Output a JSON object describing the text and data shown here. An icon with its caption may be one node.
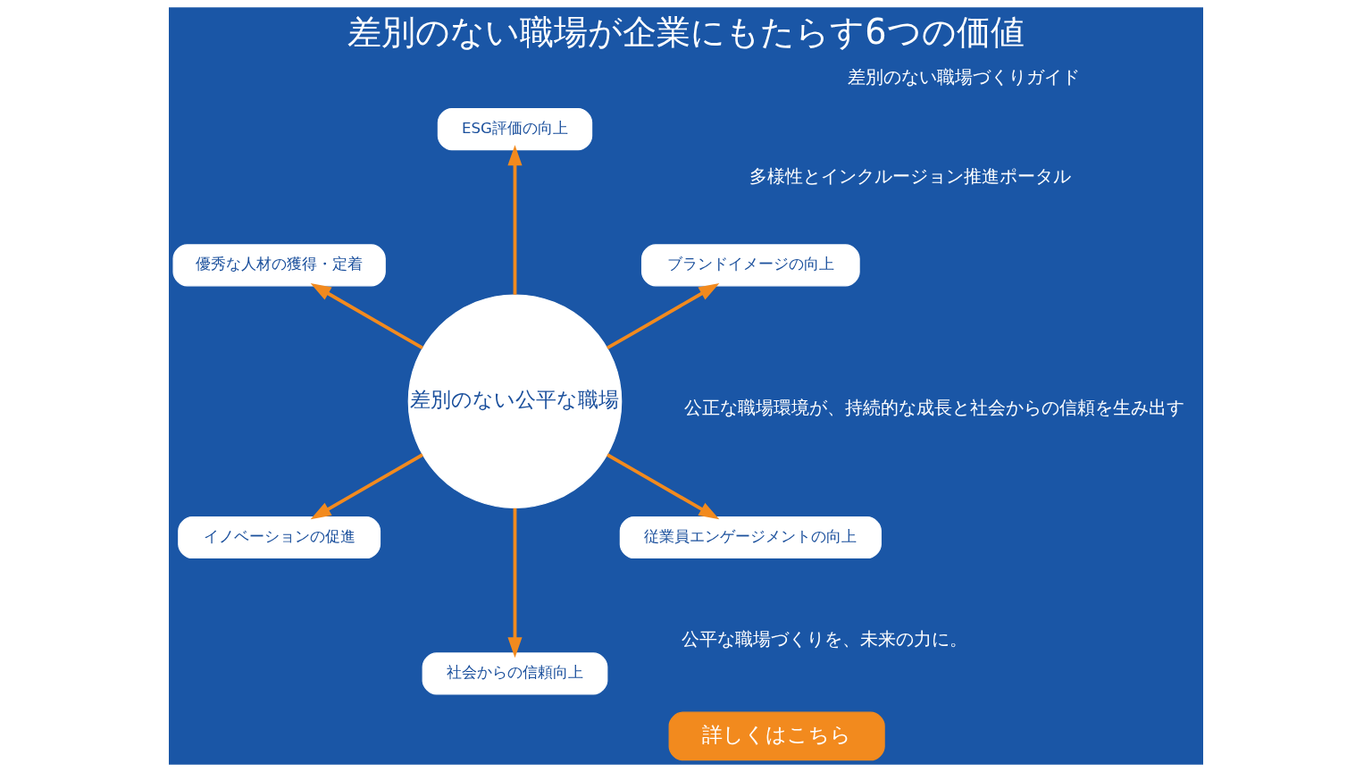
{
  "diagram": {
    "title": "差別のない職場が企業にもたらす6つの価値",
    "nodes": [
      {
        "text": [
          "差別のない公平な職場"
        ]
      },
      {
        "text": [
          "ブランドイメージの向上"
        ]
      },
      {
        "text": [
          "ESG評価の向上"
        ]
      },
      {
        "text": [
          "優秀な人材の獲得・定着"
        ]
      },
      {
        "text": [
          "イノベーションの促進"
        ]
      },
      {
        "text": [
          "社会からの信頼向上"
        ]
      },
      {
        "text": [
          "従業員エンゲージメントの向上"
        ]
      }
    ],
    "edges": [
      {
        "from": 0,
        "to": 1,
        "arrow": "to"
      },
      {
        "from": 0,
        "to": 2,
        "arrow": "to"
      },
      {
        "from": 0,
        "to": 3,
        "arrow": "to"
      },
      {
        "from": 0,
        "to": 4,
        "arrow": "to"
      },
      {
        "from": 0,
        "to": 5,
        "arrow": "to"
      },
      {
        "from": 0,
        "to": 6,
        "arrow": "to"
      }
    ],
    "labels": [
      "差別のない職場づくりガイド",
      "公正な職場環境が、持続的な成長と社会からの信頼を生み出す",
      "多様性とインクルージョン推進ポータル",
      "公平な職場づくりを、未来の力に。",
      "詳しくはこちら"
    ]
  }
}
